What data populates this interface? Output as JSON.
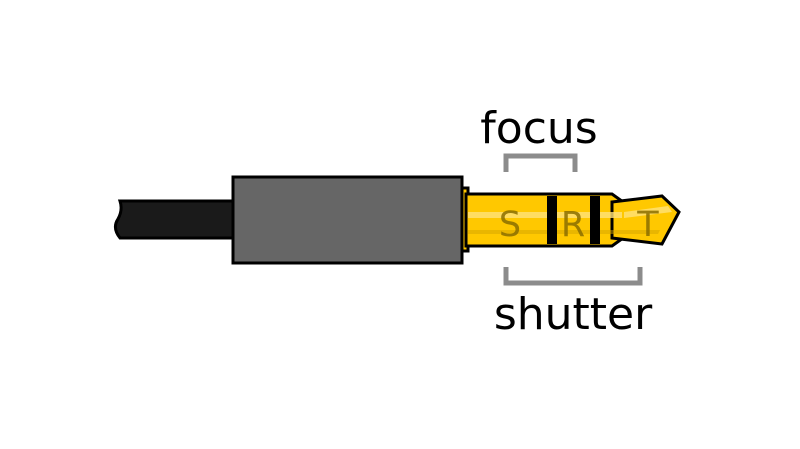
{
  "labels": {
    "focus": "focus",
    "shutter": "shutter"
  },
  "segments": {
    "sleeve": "S",
    "ring": "R",
    "tip": "T"
  },
  "colors": {
    "cable": "#1a1a1a",
    "housing": "#666666",
    "plug_gold": "#ffc800",
    "plug_highlight": "#ffe27a",
    "bracket": "#8c8c8c",
    "outline": "#000000"
  }
}
